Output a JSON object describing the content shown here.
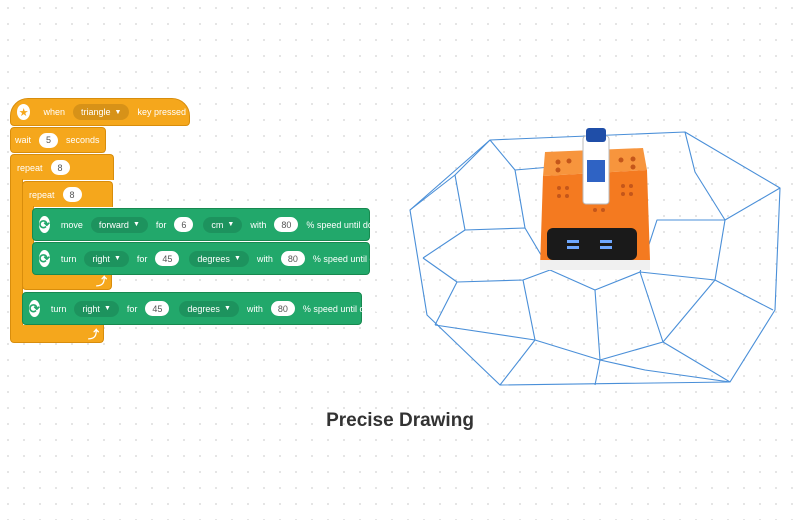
{
  "caption": "Precise Drawing",
  "blocks": {
    "hat": {
      "when": "when",
      "key": "triangle",
      "suffix": "key pressed"
    },
    "wait": {
      "label": "wait",
      "value": "5",
      "unit": "seconds"
    },
    "repeat_outer": {
      "label": "repeat",
      "value": "8"
    },
    "repeat_inner": {
      "label": "repeat",
      "value": "8"
    },
    "move": {
      "label": "move",
      "direction": "forward",
      "for": "for",
      "distance": "6",
      "unit": "cm",
      "with": "with",
      "speed": "80",
      "suffix": "% speed until done"
    },
    "turn_inner": {
      "label": "turn",
      "direction": "right",
      "for": "for",
      "angle": "45",
      "unit": "degrees",
      "with": "with",
      "speed": "80",
      "suffix": "% speed until done"
    },
    "turn_outer": {
      "label": "turn",
      "direction": "right",
      "for": "for",
      "angle": "45",
      "unit": "degrees",
      "with": "with",
      "speed": "80",
      "suffix": "% speed until done"
    }
  },
  "colors": {
    "control": "#f5a71c",
    "motion": "#22a86b",
    "drawing": "#4a8fd8",
    "robot": "#f47a20"
  },
  "icons": {
    "hat": "star-icon",
    "motion": "rotate-icon",
    "loop": "loop-arrow-icon",
    "dropdown": "triangle-down-icon"
  }
}
